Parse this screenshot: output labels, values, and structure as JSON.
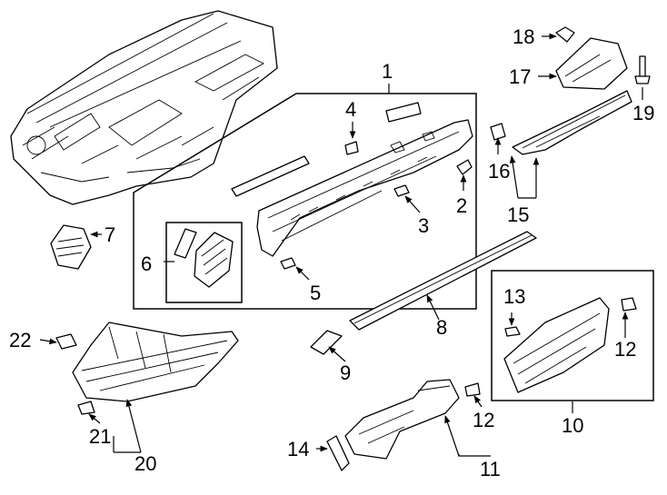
{
  "diagram": {
    "callouts": [
      "1",
      "2",
      "3",
      "4",
      "5",
      "6",
      "7",
      "8",
      "9",
      "10",
      "11",
      "12",
      "12",
      "13",
      "14",
      "15",
      "16",
      "17",
      "18",
      "19",
      "20",
      "21",
      "22"
    ]
  }
}
